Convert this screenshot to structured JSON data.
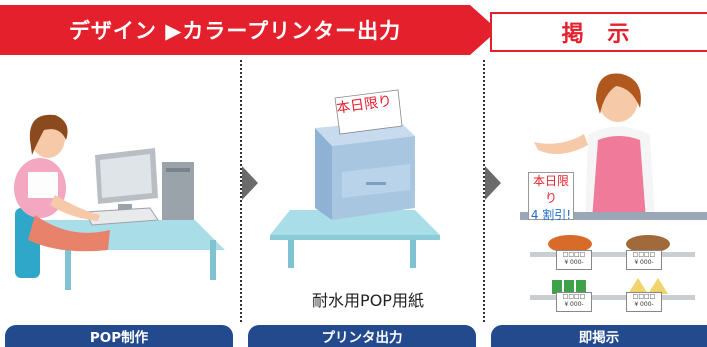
{
  "banner": {
    "process_title": "デザイン ▶カラープリンター出力",
    "notice_title": "掲 示"
  },
  "printer": {
    "paper_text": "本日限り",
    "caption": "耐水用POP用紙"
  },
  "shelf": {
    "sign_line1": "本日限り",
    "sign_line2": "4 割引!",
    "price_boxes": "□□□□",
    "price": "¥ 000-"
  },
  "steps": [
    {
      "label": "POP制作"
    },
    {
      "label": "プリンタ出力"
    },
    {
      "label": "即掲示"
    }
  ],
  "colors": {
    "banner_red": "#e5202d",
    "pill_blue": "#244a8e",
    "table_blue": "#a9dde8",
    "printer_blue": "#a8c6e0",
    "sign_text": "#1e6fd0"
  }
}
